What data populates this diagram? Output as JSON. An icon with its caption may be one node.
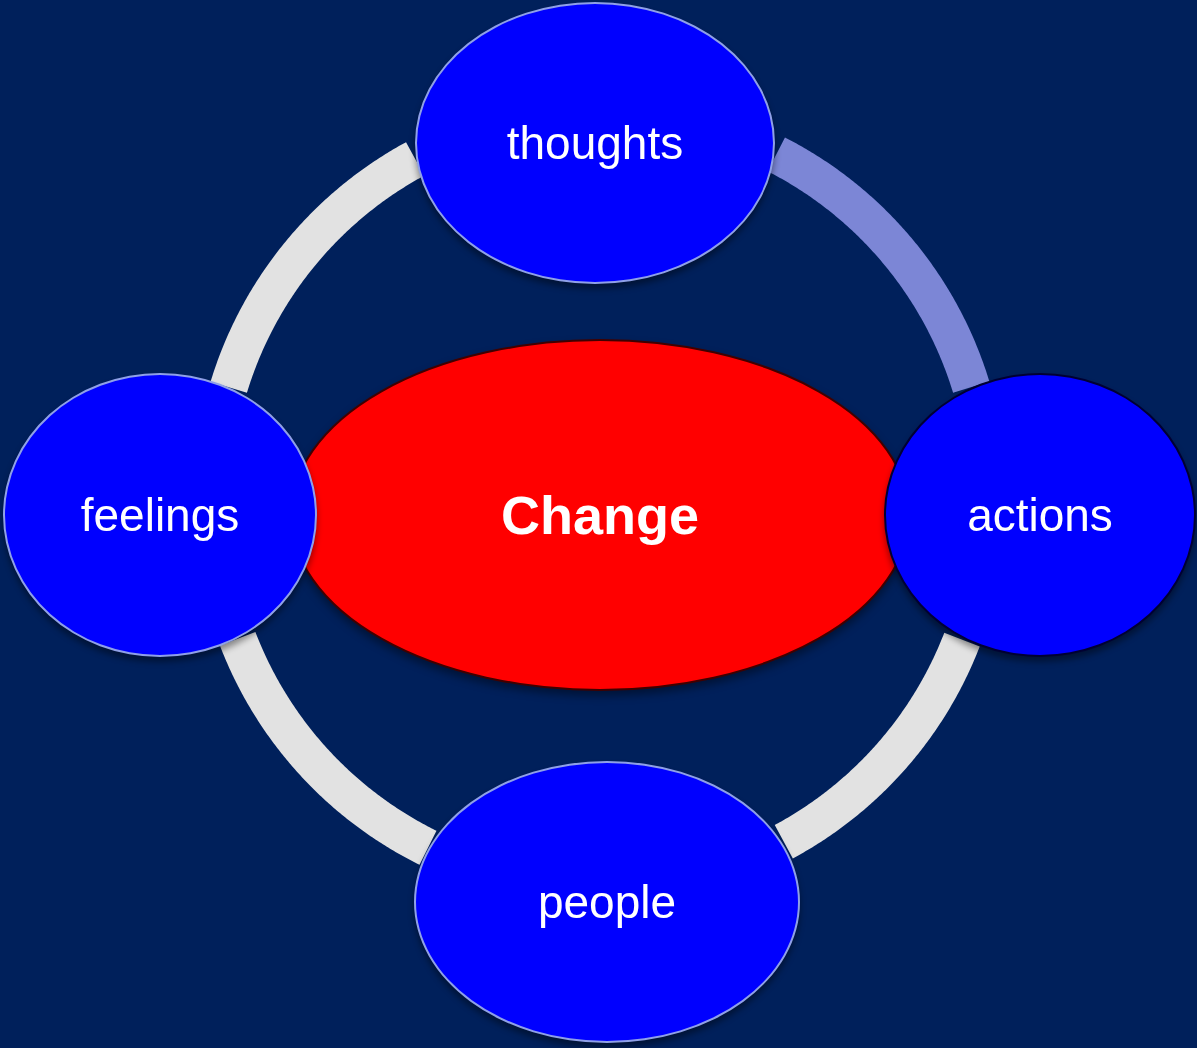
{
  "diagram": {
    "nodes": [
      {
        "text": [
          "thoughts"
        ]
      },
      {
        "text": [
          "feelings"
        ]
      },
      {
        "text": [
          "Change"
        ]
      },
      {
        "text": [
          "actions"
        ]
      },
      {
        "text": [
          "people"
        ]
      }
    ],
    "edges": [
      {
        "from": 0,
        "to": 3,
        "arrow": "none",
        "color": "#7c86d6"
      },
      {
        "from": 3,
        "to": 4,
        "arrow": "none"
      },
      {
        "from": 4,
        "to": 1,
        "arrow": "none"
      },
      {
        "from": 1,
        "to": 0,
        "arrow": "none"
      }
    ]
  }
}
